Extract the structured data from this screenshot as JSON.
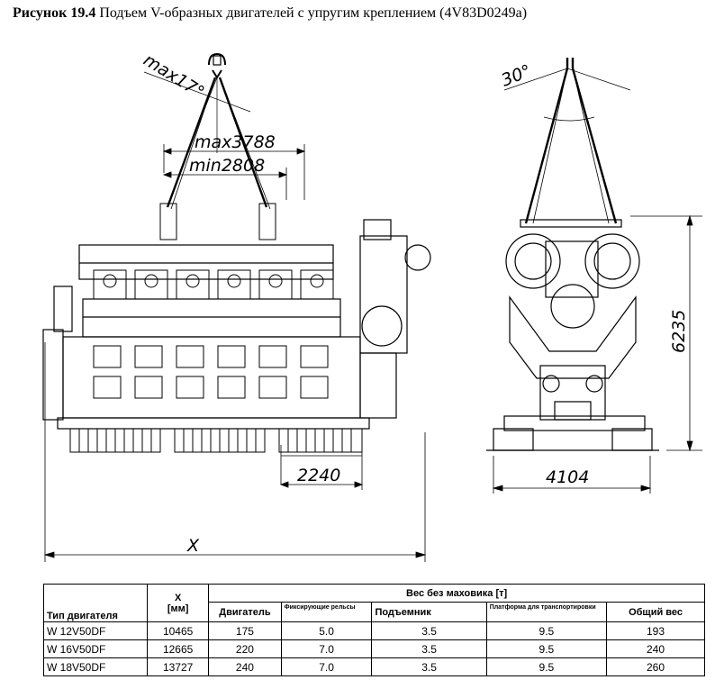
{
  "caption": {
    "label": "Рисунок 19.4",
    "text": " Подъем V-образных двигателей с упругим креплением (4V83D0249a)"
  },
  "drawing": {
    "side_view": {
      "angle_label": "max17°",
      "span_max_label": "max3788",
      "span_min_label": "min2808",
      "offset_label": "2240",
      "length_label": "X"
    },
    "end_view": {
      "angle_label": "30°",
      "height_label": "6235",
      "width_label": "4104"
    }
  },
  "table": {
    "group_header": "Вес без маховика [т]",
    "col_engine_type": "Тип двигателя",
    "col_x": "X",
    "col_x_unit": "[мм]",
    "col_engine": "Двигатель",
    "col_rails": "Фиксирующие рельсы",
    "col_lifter": "Подъемник",
    "col_platform": "Платформа для транспортировки",
    "col_total": "Общий вес",
    "rows": [
      {
        "type": "W 12V50DF",
        "x": "10465",
        "engine": "175",
        "rails": "5.0",
        "lifter": "3.5",
        "platform": "9.5",
        "total": "193"
      },
      {
        "type": "W 16V50DF",
        "x": "12665",
        "engine": "220",
        "rails": "7.0",
        "lifter": "3.5",
        "platform": "9.5",
        "total": "240"
      },
      {
        "type": "W 18V50DF",
        "x": "13727",
        "engine": "240",
        "rails": "7.0",
        "lifter": "3.5",
        "platform": "9.5",
        "total": "260"
      }
    ]
  }
}
